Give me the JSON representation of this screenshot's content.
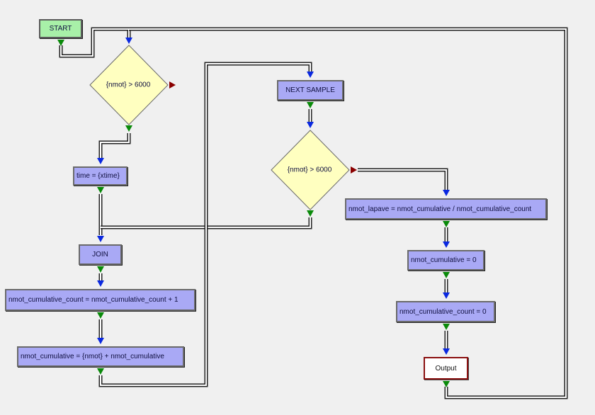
{
  "nodes": {
    "start": "START",
    "decision1": "{nmot} > 6000",
    "time_assign": "time = {xtime}",
    "join": "JOIN",
    "count_increment": "nmot_cumulative_count = nmot_cumulative_count + 1",
    "cumulative_add": "nmot_cumulative = {nmot} + nmot_cumulative",
    "next_sample": "NEXT SAMPLE",
    "decision2": "{nmot} > 6000",
    "lapave": "nmot_lapave = nmot_cumulative / nmot_cumulative_count",
    "reset_cumulative": "nmot_cumulative = 0",
    "reset_count": "nmot_cumulative_count = 0",
    "output": "Output"
  },
  "colors": {
    "background": "#f0f0f0",
    "start_fill": "#a8f0a8",
    "process_fill": "#a9a9f5",
    "decision_fill": "#ffffc0",
    "output_border": "#8a1010",
    "entry_arrow": "#0a28e0",
    "exit_arrow": "#0a8a0a",
    "true_exit_arrow": "#8a0000"
  }
}
